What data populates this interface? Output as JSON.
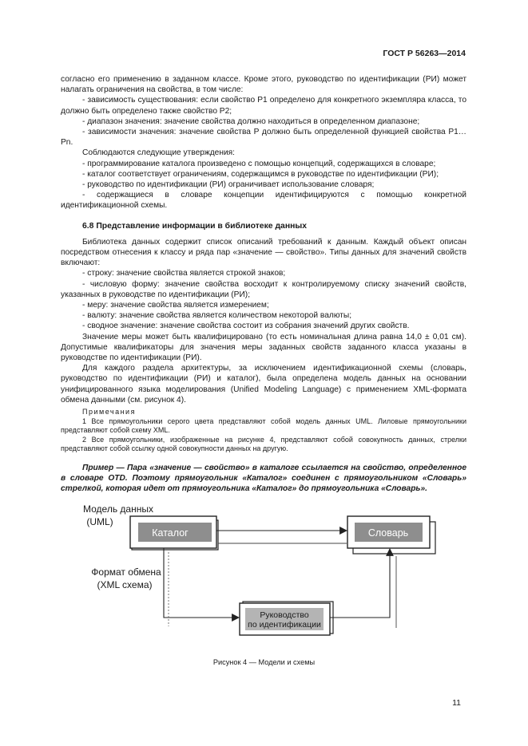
{
  "header": {
    "doc_id": "ГОСТ Р 56263—2014"
  },
  "body": {
    "p1": "согласно его применению в заданном классе. Кроме этого, руководство по идентификации (РИ) может налагать ограничения на свойства, в том числе:",
    "list1": [
      "- зависимость существования: если свойство P1 определено для конкретного экземпляра класса, то должно быть определено также свойство P2;",
      "- диапазон значения: значение свойства должно находиться в определенном диапазоне;",
      "- зависимости значения: значение свойства P должно быть определенной функцией свойства P1…Pn."
    ],
    "p2": "Соблюдаются следующие утверждения:",
    "list2": [
      "- программирование каталога произведено с помощью концепций, содержащихся в словаре;",
      "- каталог соответствует ограничениям, содержащимся в руководстве по идентификации (РИ);",
      "- руководство по идентификации (РИ) ограничивает использование словаря;",
      "- содержащиеся в словаре концепции идентифицируются с помощью конкретной идентификационной схемы."
    ],
    "section_title": "6.8 Представление информации в библиотеке данных",
    "p3": "Библиотека данных содержит список описаний требований к данным. Каждый объект описан посредством отнесения к классу и ряда пар «значение — свойство». Типы данных для значений свойств включают:",
    "list3": [
      "- строку: значение свойства является строкой знаков;",
      "- числовую форму: значение свойства восходит к контролируемому списку значений свойств, указанных в руководстве по идентификации (РИ);",
      "- меру: значение свойства является измерением;",
      "- валюту: значение свойства является количеством некоторой валюты;",
      "- сводное значение: значение свойства состоит из собрания значений других свойств."
    ],
    "p4": "Значение меры может быть квалифицировано (то есть номинальная длина равна 14,0 ± 0,01 см). Допустимые квалификаторы для значения меры заданных свойств заданного класса указаны в руководстве по идентификации (РИ).",
    "p5": "Для каждого раздела архитектуры, за исключением идентификационной схемы (словарь, руководство по идентификации (РИ) и каталог), была определена модель данных на основании унифицированного языка моделирования (Unified Modeling Language) с применением XML-формата обмена данными (см. рисунок 4)."
  },
  "notes": {
    "title": "Примечания",
    "items": [
      "1 Все прямоугольники серого цвета представляют собой модель данных UML. Лиловые прямоугольники представляют собой схему XML.",
      "2 Все прямоугольники, изображенные на рисунке 4, представляют собой совокупность данных, стрелки представляют собой ссылку одной совокупности данных на другую."
    ]
  },
  "example": "Пример — Пара «значение — свойство» в каталоге ссылается на свойство, определенное в словаре OTD. Поэтому прямоугольник «Каталог» соединен с прямоугольником «Словарь» стрелкой, которая идет от прямоугольника «Каталог» до прямоугольника «Словарь».",
  "figure": {
    "label_model_1": "Модель данных",
    "label_model_2": "(UML)",
    "label_format_1": "Формат обмена",
    "label_format_2": "(XML схема)",
    "box_catalog": "Каталог",
    "box_dictionary": "Словарь",
    "box_guide_1": "Руководство",
    "box_guide_2": "по идентификации",
    "caption": "Рисунок 4 — Модели и схемы"
  },
  "footer": {
    "page_number": "11"
  }
}
